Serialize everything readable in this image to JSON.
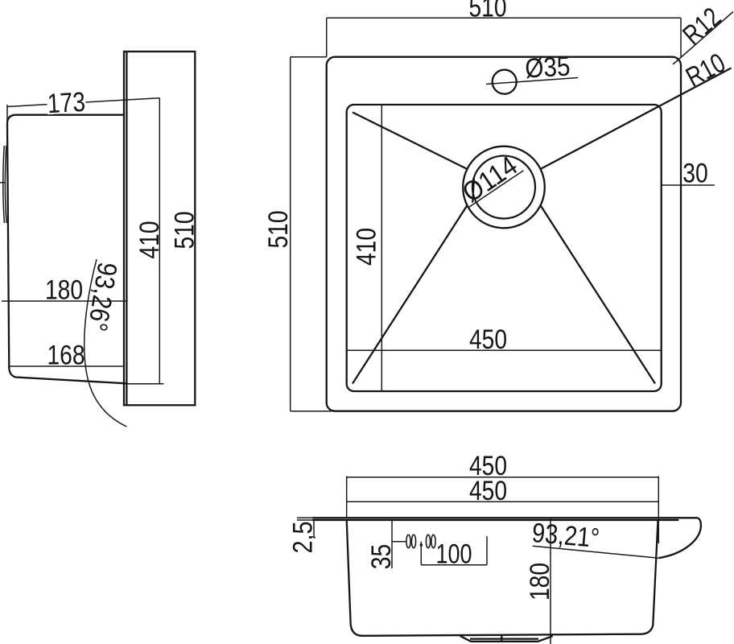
{
  "drawing_title": "kitchen sink technical drawing",
  "side_view": {
    "dim_depth": "173",
    "dim_inner_height": "410",
    "dim_overall_height": "510",
    "dim_180": "180",
    "dim_168": "168",
    "wall_angle": "93,26°"
  },
  "plan_view": {
    "dim_width_top": "510",
    "dim_height_left": "510",
    "faucet_hole_diameter": "Ø35",
    "outer_corner_radius": "R12",
    "inner_corner_radius": "R10",
    "dim_rim_offset": "30",
    "dim_bowl_depth": "410",
    "dim_bowl_width": "450",
    "drain_diameter": "Ø114"
  },
  "section_view": {
    "dim_bowl_width_outer": "450",
    "dim_bowl_width_inner": "450",
    "rim_thickness": "2,5",
    "dim_logo_drop": "35",
    "dim_logo_width": "100",
    "dim_bowl_depth": "180",
    "wall_angle": "93,21°"
  }
}
